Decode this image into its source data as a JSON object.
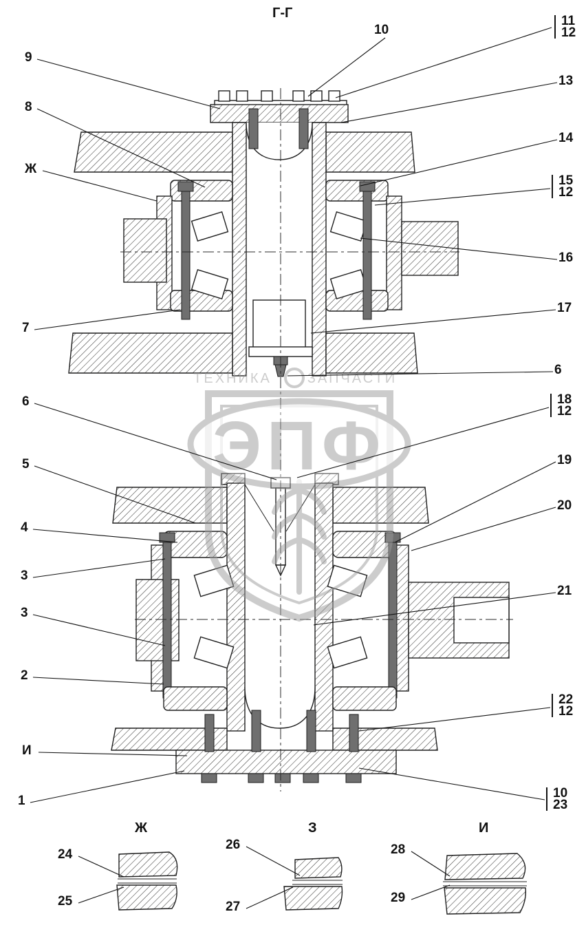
{
  "title": "Г-Г",
  "left_callouts": [
    {
      "label": "9"
    },
    {
      "label": "8"
    },
    {
      "label": "Ж"
    },
    {
      "label": "7"
    },
    {
      "label": "6"
    },
    {
      "label": "5"
    },
    {
      "label": "4"
    },
    {
      "label": "3"
    },
    {
      "label": "3"
    },
    {
      "label": "2"
    },
    {
      "label": "И"
    },
    {
      "label": "1"
    }
  ],
  "top_callouts": [
    {
      "label": "10"
    }
  ],
  "right_callouts": [
    {
      "labels": [
        "11",
        "12"
      ]
    },
    {
      "labels": [
        "13"
      ]
    },
    {
      "labels": [
        "14"
      ]
    },
    {
      "labels": [
        "15",
        "12"
      ]
    },
    {
      "labels": [
        "16"
      ]
    },
    {
      "labels": [
        "17"
      ]
    },
    {
      "labels": [
        "6"
      ]
    },
    {
      "labels": [
        "18",
        "12"
      ]
    },
    {
      "labels": [
        "19"
      ]
    },
    {
      "labels": [
        "20"
      ]
    },
    {
      "labels": [
        "21"
      ]
    },
    {
      "labels": [
        "22",
        "12"
      ]
    },
    {
      "labels": [
        "10",
        "23"
      ]
    }
  ],
  "details": [
    {
      "label": "Ж",
      "callouts": [
        "24",
        "25"
      ]
    },
    {
      "label": "З",
      "callouts": [
        "26",
        "27"
      ]
    },
    {
      "label": "И",
      "callouts": [
        "28",
        "29"
      ]
    }
  ],
  "watermark": {
    "brand": "ЭПФ",
    "left_text": "ТЕХНИКА",
    "right_text": "ЗАПЧАСТИ"
  },
  "colors": {
    "line": "#1e1e1e",
    "watermark": "#9a9a9a",
    "background": "#ffffff"
  }
}
